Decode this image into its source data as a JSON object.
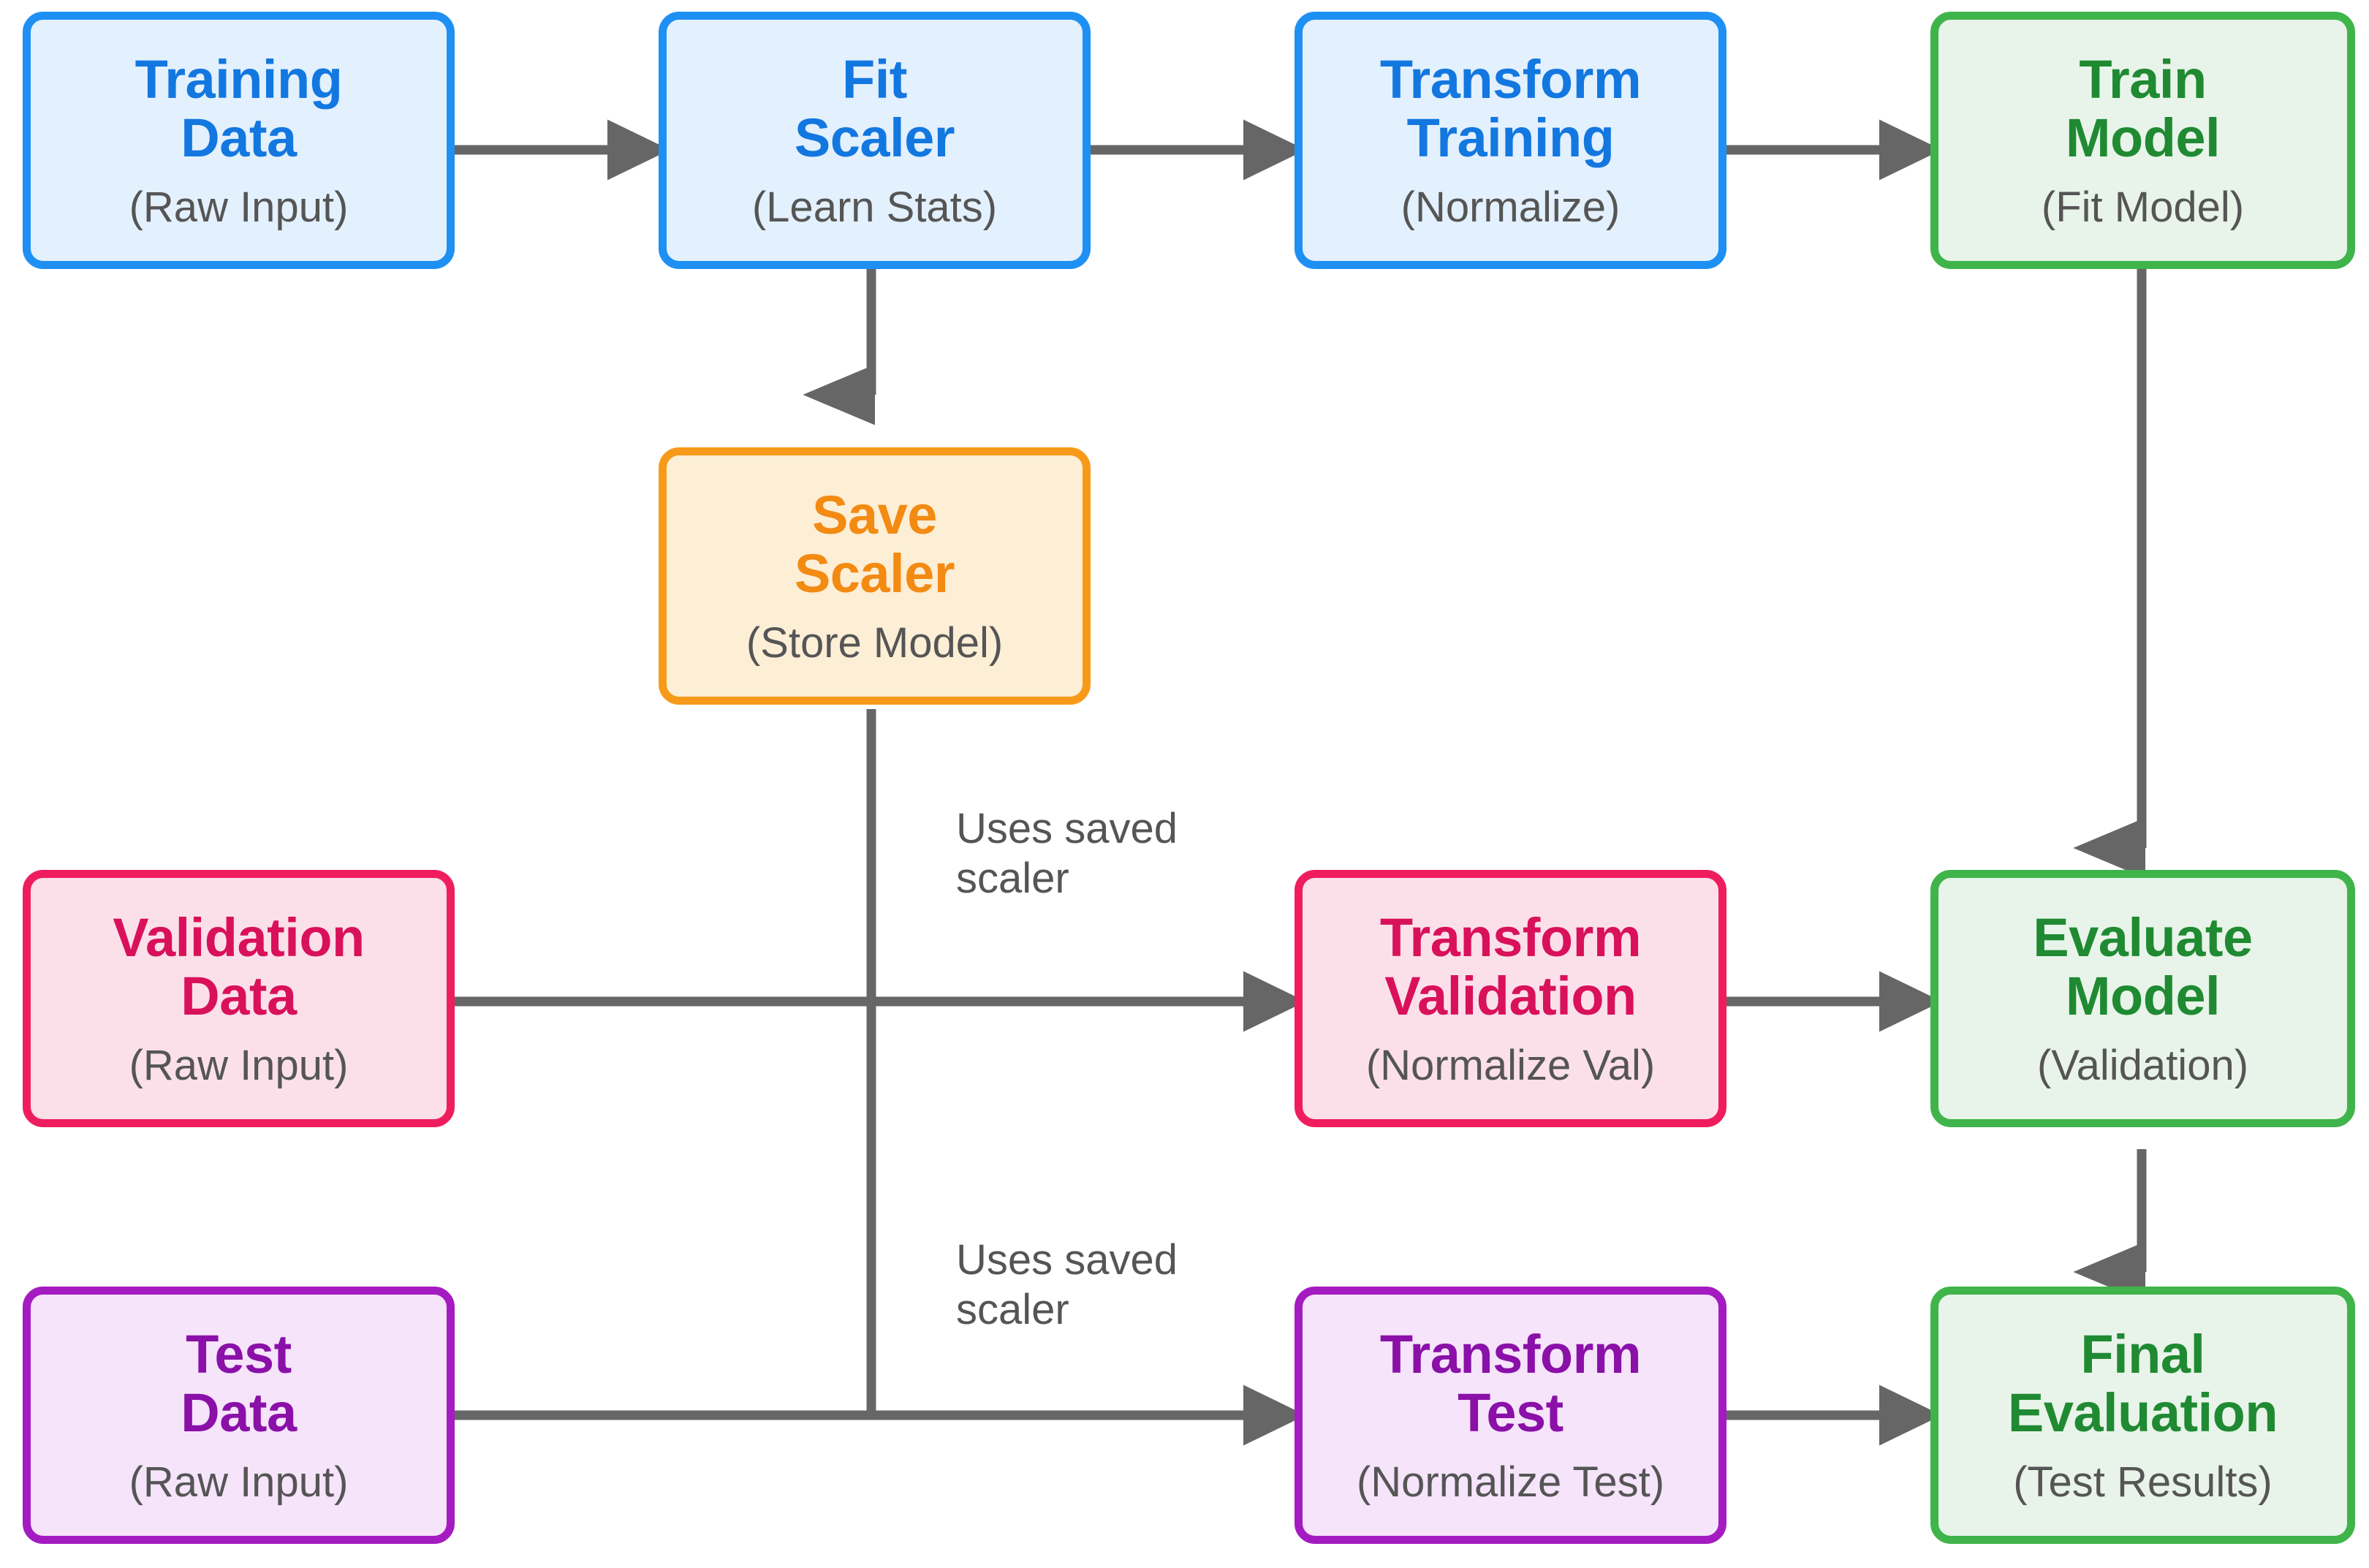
{
  "diagram": {
    "type": "flowchart",
    "orientation": "left-to-right with vertical branches",
    "background": "#ffffff",
    "palette": {
      "blue_border": "#1e90f3",
      "blue_fill": "#e3f0fd",
      "blue_text": "#1377e0",
      "green_border": "#3fb44a",
      "green_fill": "#e8f4e9",
      "green_text": "#1f8a32",
      "orange_border": "#f79a19",
      "orange_fill": "#fdeed6",
      "orange_text": "#f38a12",
      "crimson_border": "#ef1d5e",
      "crimson_fill": "#fbe0ea",
      "crimson_text": "#d9115a",
      "purple_border": "#a41cc1",
      "purple_fill": "#f5e4fa",
      "purple_text": "#8a10a8",
      "connector": "#666666",
      "subtitle_text": "#555555"
    },
    "nodes": {
      "training_data": {
        "title": "Training\nData",
        "subtitle": "(Raw Input)"
      },
      "fit_scaler": {
        "title": "Fit\nScaler",
        "subtitle": "(Learn Stats)"
      },
      "transform_training": {
        "title": "Transform\nTraining",
        "subtitle": "(Normalize)"
      },
      "train_model": {
        "title": "Train\nModel",
        "subtitle": "(Fit Model)"
      },
      "save_scaler": {
        "title": "Save\nScaler",
        "subtitle": "(Store Model)"
      },
      "validation_data": {
        "title": "Validation\nData",
        "subtitle": "(Raw Input)"
      },
      "transform_validation": {
        "title": "Transform\nValidation",
        "subtitle": "(Normalize Val)"
      },
      "evaluate_model": {
        "title": "Evaluate\nModel",
        "subtitle": "(Validation)"
      },
      "test_data": {
        "title": "Test\nData",
        "subtitle": "(Raw Input)"
      },
      "transform_test": {
        "title": "Transform\nTest",
        "subtitle": "(Normalize Test)"
      },
      "final_evaluation": {
        "title": "Final\nEvaluation",
        "subtitle": "(Test Results)"
      }
    },
    "edge_labels": {
      "uses_saved_scaler_validation": "Uses saved\nscaler",
      "uses_saved_scaler_test": "Uses saved\nscaler"
    },
    "edges": [
      {
        "from": "training_data",
        "to": "fit_scaler",
        "label": ""
      },
      {
        "from": "fit_scaler",
        "to": "transform_training",
        "label": ""
      },
      {
        "from": "transform_training",
        "to": "train_model",
        "label": ""
      },
      {
        "from": "fit_scaler",
        "to": "save_scaler",
        "label": ""
      },
      {
        "from": "train_model",
        "to": "evaluate_model",
        "label": ""
      },
      {
        "from": "validation_data",
        "to": "transform_validation",
        "label": "Uses saved scaler"
      },
      {
        "from": "transform_validation",
        "to": "evaluate_model",
        "label": ""
      },
      {
        "from": "evaluate_model",
        "to": "final_evaluation",
        "label": ""
      },
      {
        "from": "test_data",
        "to": "transform_test",
        "label": "Uses saved scaler"
      },
      {
        "from": "transform_test",
        "to": "final_evaluation",
        "label": ""
      },
      {
        "from": "save_scaler",
        "to": "transform_validation",
        "label": "Uses saved scaler"
      },
      {
        "from": "save_scaler",
        "to": "transform_test",
        "label": "Uses saved scaler"
      }
    ]
  }
}
